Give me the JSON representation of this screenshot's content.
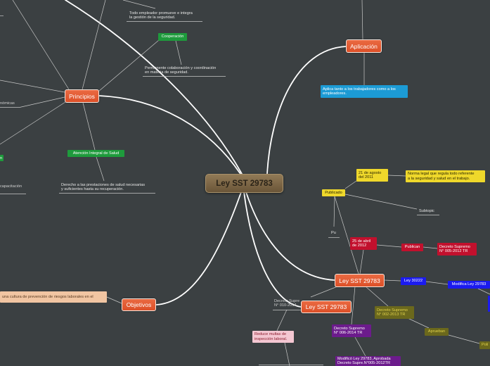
{
  "mindmap": {
    "central": {
      "label": "Ley SST 29783"
    },
    "aplicacion": {
      "label": "Aplicación",
      "note": "Aplica tanto a los trabajadores como a los\nempleadores."
    },
    "principios": {
      "label": "Principios",
      "gestion": "Todo empleador promueve e integra\nla gestión de la seguridad.",
      "cooperacion": {
        "label": "Cooperación",
        "note": "Permanente colaboración y coordinación\nen materia de seguridad."
      },
      "atencion_integral": {
        "label": "Atención Integral de Salud",
        "note": "Derecho a las prestaciones de salud necesarias\ny suficientes hasta su recuperación."
      },
      "cut_off": {
        "economicas": "nómicas",
        "capacitacion": "capacitación",
        "green_box": "n"
      }
    },
    "objetivos": {
      "label": "Objetivos",
      "note": "una cultura de prevención de riesgos laborales en el"
    },
    "ley_sst": {
      "label": "Ley SST 29783",
      "publicado": {
        "label": "Publicado",
        "fecha": "21 de agosto\ndel 2011",
        "norma": "Norma legal que regula todo referente\na la seguridad y salud en el trabajo.",
        "subtopic": "Subtopic",
        "pu": "Pu"
      },
      "reglamento": {
        "fecha": "25 de abril\nde 2012",
        "publican": "Publican",
        "decreto": "Decreto Supremo\nN° 005-2012 TR"
      },
      "ley_30222": {
        "label": "Ley 30222",
        "modifica": "Modifica Ley 29783"
      },
      "ds_002_2013": {
        "label": "Decreto Supremo\nN° 002-2013 TR",
        "aprueban": "Aprueban",
        "cut_off": "Poli"
      },
      "ds_006_2014": {
        "label": "Decreto Supremo\nN° 006-2014 TR",
        "note": "Modificó Ley 29783, Aprobada\nDecreto Supre.N°005-2012TR"
      },
      "ds_010_2014": {
        "label": "Decreto Supre\nN° 010-2014"
      }
    },
    "ley_sst_2": {
      "label": "Ley SST 29783",
      "multas": "Reduce multas de\ninspección laboral."
    }
  },
  "colors": {
    "background": "#3b4042",
    "branch_line": "#ffffff",
    "connector_line": "#c8c8c8",
    "main_node": "#dd5028",
    "central_node": "#7c6646",
    "green": "#1e9b3c",
    "yellow": "#efd82b",
    "crimson": "#c2102d",
    "blue": "#1b1bef",
    "olive": "#6b681c",
    "olive_text": "#e2d34b",
    "purple": "#6c1b8c",
    "pink": "#f4c7d2",
    "pink_text": "#8b1a2c",
    "peach": "#f1c5a2",
    "cyan": "#1c9bd5"
  }
}
